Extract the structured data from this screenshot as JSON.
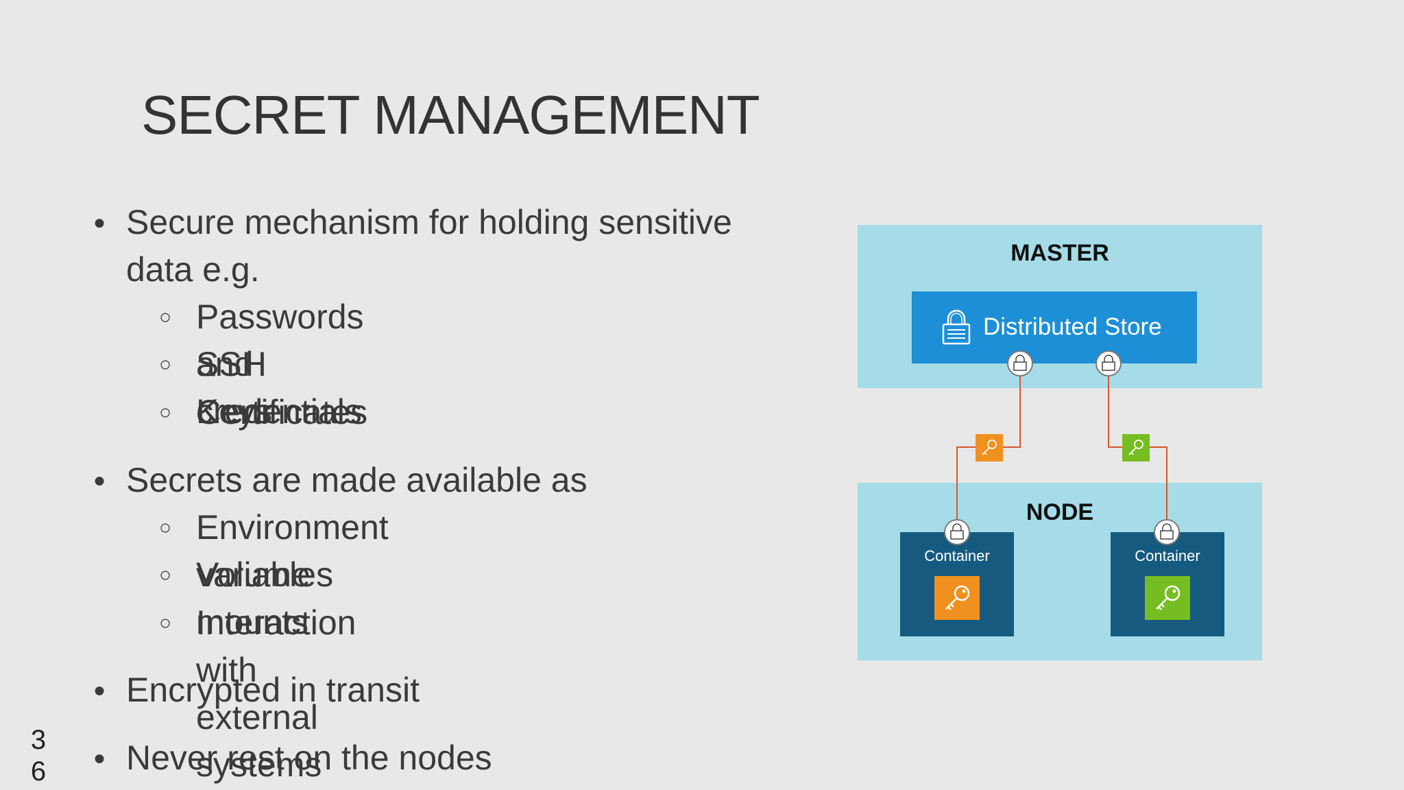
{
  "slide": {
    "title": "SECRET MANAGEMENT",
    "page_number_line1": "3",
    "page_number_line2": "6"
  },
  "bullets": {
    "b1_line1": "Secure mechanism for holding sensitive",
    "b1_line2": "data e.g.",
    "b1_sub": [
      "Passwords and credentials",
      "SSH Keys",
      "Certificates"
    ],
    "b2": "Secrets are made available as",
    "b2_sub": [
      "Environment variables",
      "Volume mounts",
      "Interaction with external systems"
    ],
    "b3": "Encrypted in transit",
    "b4": "Never rest on the nodes"
  },
  "diagram": {
    "master_label": "MASTER",
    "store_label": "Distributed Store",
    "node_label": "NODE",
    "container_left_label": "Container",
    "container_right_label": "Container",
    "colors": {
      "panel": "#a5dce7",
      "store": "#1d8fd6",
      "container": "#175a80",
      "key_orange": "#f0901e",
      "key_green": "#76bd22",
      "connector": "#d9562a"
    },
    "icons": [
      "lock-icon",
      "secret-badge-icon",
      "key-icon"
    ]
  }
}
